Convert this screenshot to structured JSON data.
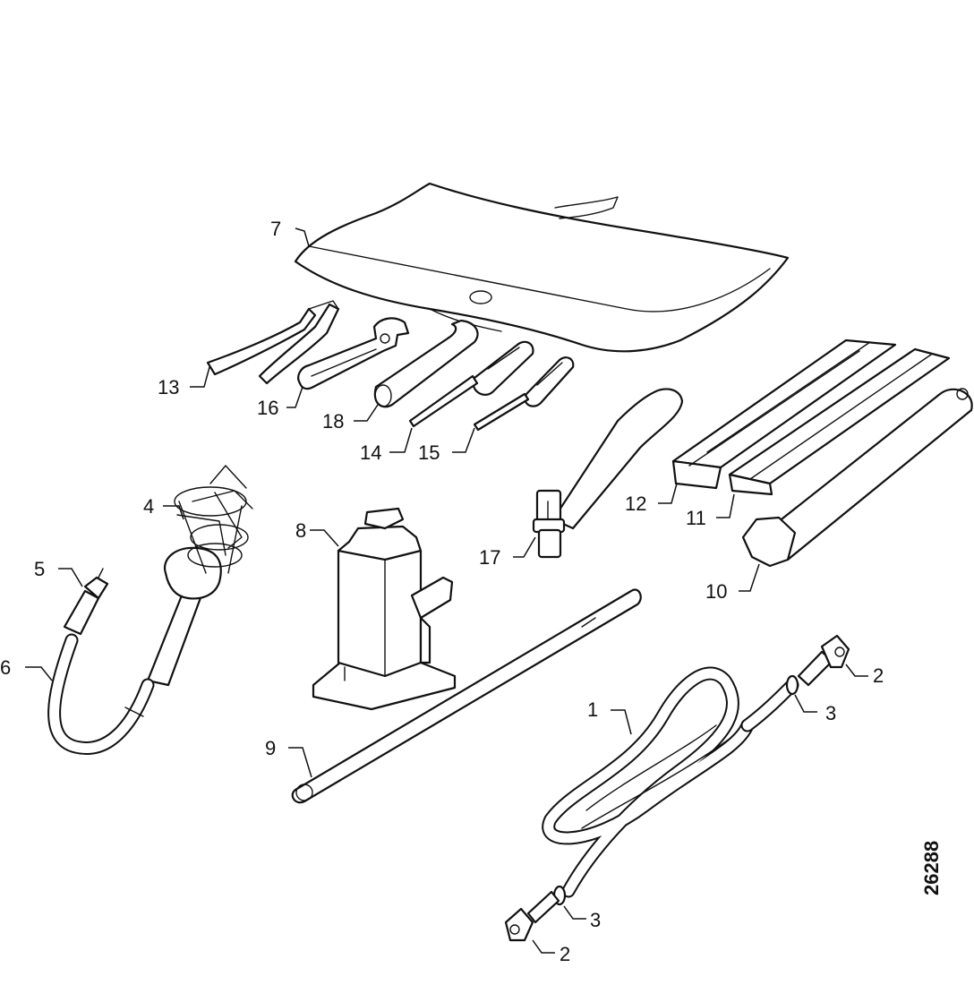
{
  "diagram": {
    "reference_number": "26288",
    "callouts": {
      "c1": "1",
      "c2a": "2",
      "c2b": "2",
      "c3a": "3",
      "c3b": "3",
      "c4": "4",
      "c5": "5",
      "c6": "6",
      "c7": "7",
      "c8": "8",
      "c9": "9",
      "c10": "10",
      "c11": "11",
      "c12": "12",
      "c13": "13",
      "c14": "14",
      "c15": "15",
      "c16": "16",
      "c17": "17",
      "c18": "18"
    }
  }
}
